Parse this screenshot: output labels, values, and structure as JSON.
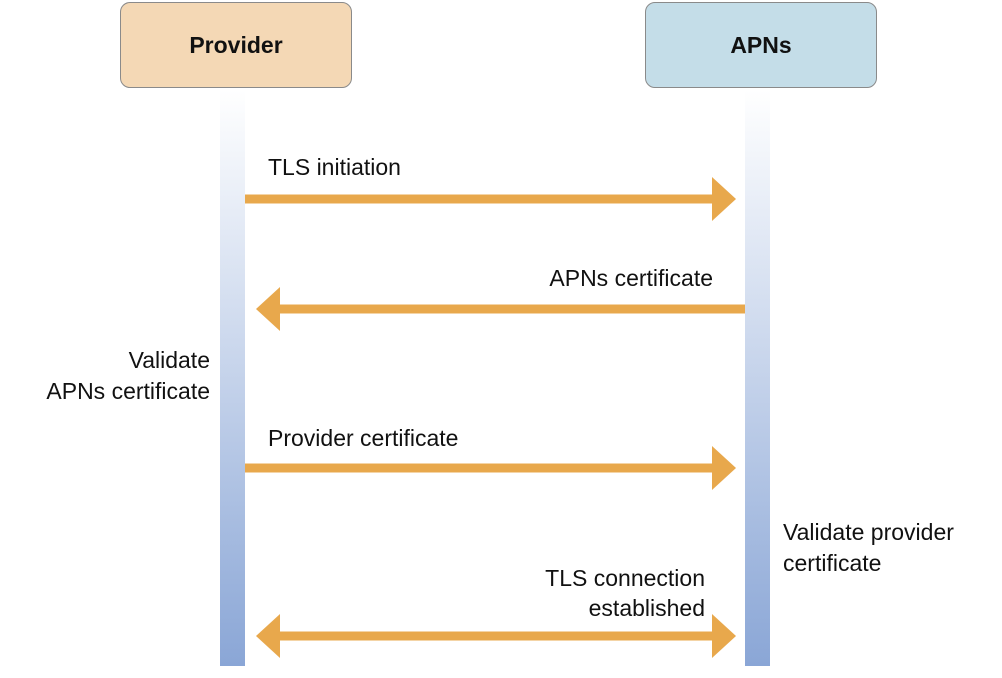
{
  "actors": {
    "provider": {
      "label": "Provider",
      "fill": "#f4d8b5"
    },
    "apns": {
      "label": "APNs",
      "fill": "#c4dde8"
    }
  },
  "colors": {
    "arrow": "#e8a84c",
    "lifeline_top": "#ffffff",
    "lifeline_bottom": "#8aa6d6"
  },
  "messages": [
    {
      "label": "TLS initiation",
      "direction": "right"
    },
    {
      "label": "APNs certificate",
      "direction": "left"
    },
    {
      "label": "Provider certificate",
      "direction": "right"
    },
    {
      "label_lines": [
        "TLS connection",
        "established"
      ],
      "direction": "both"
    }
  ],
  "notes": {
    "provider": {
      "lines": [
        "Validate",
        "APNs certificate"
      ]
    },
    "apns": {
      "lines": [
        "Validate provider",
        "certificate"
      ]
    }
  }
}
